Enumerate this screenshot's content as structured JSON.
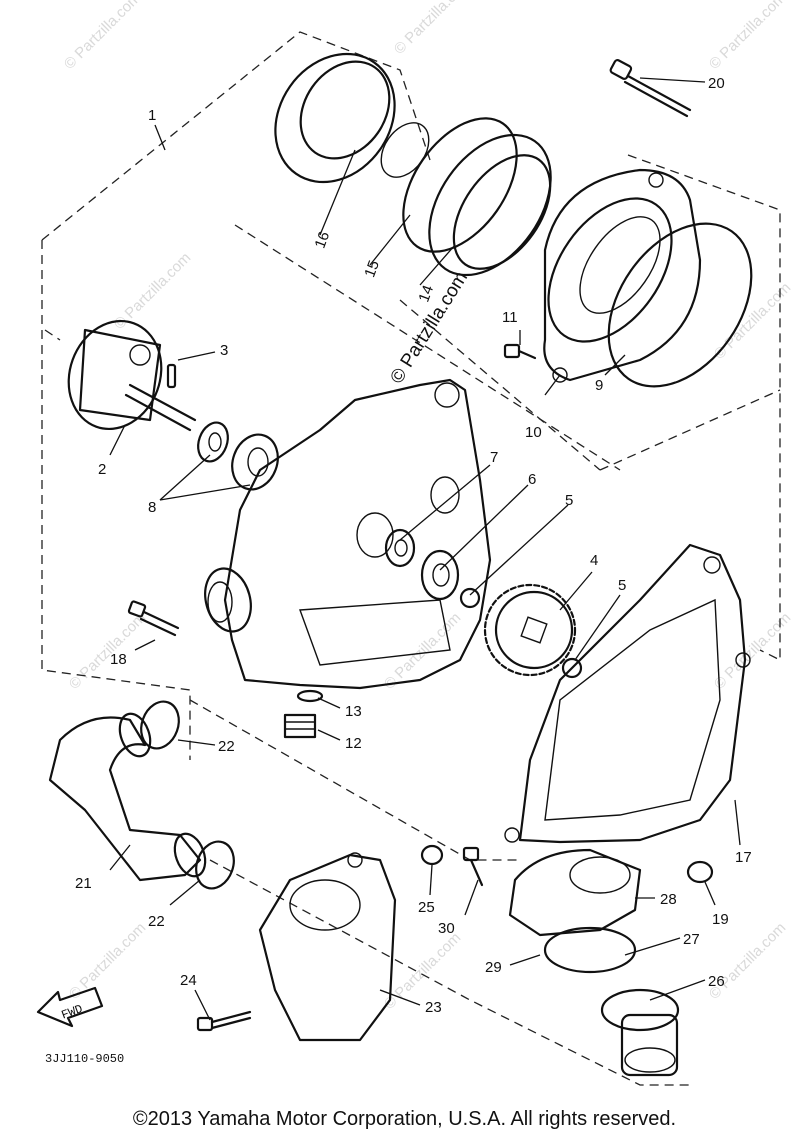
{
  "diagram_code": "3JJ110-9050",
  "fwd_label": "FWD",
  "watermark_main": "© Partzilla.com",
  "watermark_repeat": "© Partzilla.com",
  "copyright": "©2013  Yamaha Motor Corporation, U.S.A. All rights reserved.",
  "callouts": [
    "1",
    "2",
    "3",
    "4",
    "5",
    "5",
    "6",
    "7",
    "8",
    "9",
    "10",
    "11",
    "12",
    "13",
    "14",
    "15",
    "16",
    "17",
    "18",
    "19",
    "20",
    "21",
    "22",
    "22",
    "23",
    "24",
    "25",
    "26",
    "27",
    "28",
    "29",
    "30"
  ]
}
